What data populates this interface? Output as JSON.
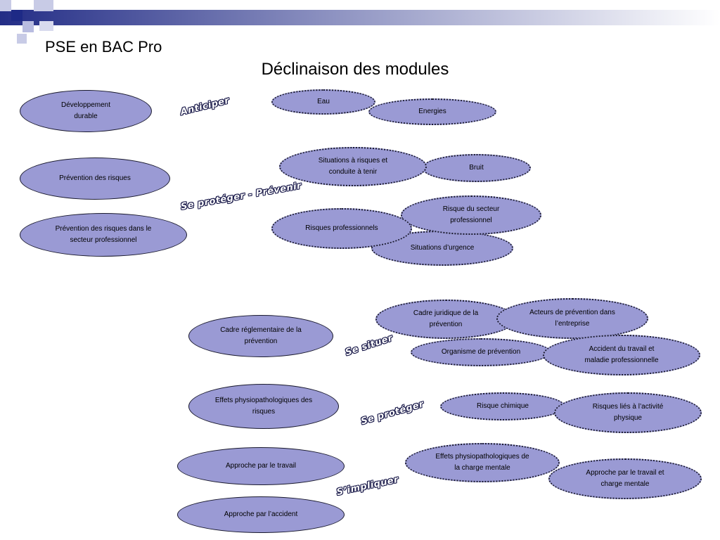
{
  "slide": {
    "header": "PSE en BAC Pro",
    "title": "Déclinaison des modules"
  },
  "colors": {
    "ellipse_fill": "#9a9ad4",
    "bar_dark": "#232d86",
    "square_dark": "#1e2a86",
    "square_light": "#b8bce0"
  },
  "modules": {
    "developpement_durable": "Développement\ndurable",
    "prevention_risques": "Prévention des risques",
    "prevention_risques_pro": "Prévention des risques dans le\nsecteur professionnel",
    "cadre_reglementaire": "Cadre réglementaire de la\nprévention",
    "effets_physio": "Effets physiopathologiques  des\nrisques",
    "approche_travail": "Approche par le travail",
    "approche_accident": "Approche par l’accident"
  },
  "verbs": {
    "anticiper": "Anticiper",
    "se_proteger_prevenir": "Se protéger - Prévenir",
    "se_situer": "Se situer",
    "se_proteger": "Se protéger",
    "s_impliquer": "S’impliquer"
  },
  "topics": {
    "eau": "Eau",
    "energies": "Energies",
    "situations_risques": "Situations à risques et\nconduite à tenir",
    "bruit": "Bruit",
    "risque_secteur": "Risque du secteur\nprofessionnel",
    "risques_pro": "Risques professionnels",
    "situations_urgence": "Situations d’urgence",
    "cadre_juridique": "Cadre juridique de la\nprévention",
    "acteurs_prevention": "Acteurs de prévention dans\nl’entreprise",
    "organisme_prevention": "Organisme de prévention",
    "accident_travail": "Accident du travail et\nmaladie professionnelle",
    "risque_chimique": "Risque chimique",
    "risques_activite": "Risques liés à l’activité\nphysique",
    "effets_charge_mentale": "Effets physiopathologiques de\nla charge mentale",
    "approche_charge_mentale": "Approche par le travail et\ncharge mentale"
  }
}
